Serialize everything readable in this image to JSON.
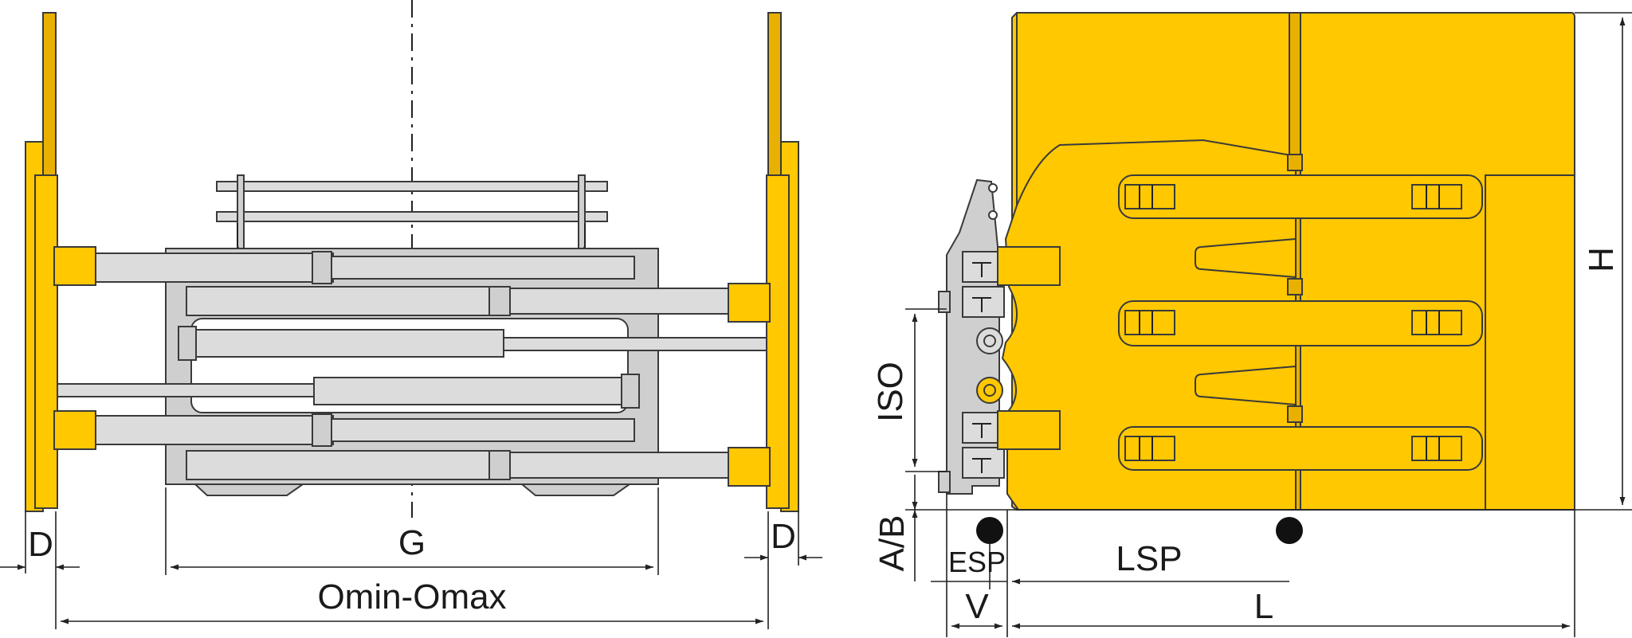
{
  "colors": {
    "yellow": "#FFC800",
    "yellow_dark": "#E8B000",
    "grey": "#CFCFCF",
    "grey_light": "#DCDCDC",
    "line": "#222222",
    "dot": "#111111"
  },
  "labels": {
    "d_left": "D",
    "g": "G",
    "d_right": "D",
    "omin_omax": "Omin-Omax",
    "iso": "ISO",
    "ab": "A/B",
    "esp": "ESP",
    "v": "V",
    "lsp": "LSP",
    "l": "L",
    "h": "H"
  }
}
